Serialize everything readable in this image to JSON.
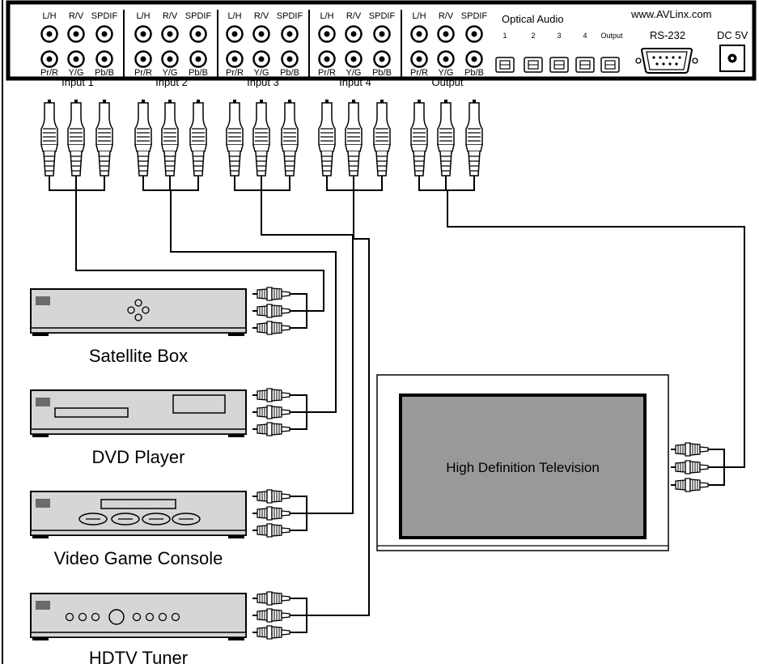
{
  "panel": {
    "website": "www.AVLinx.com",
    "jack_top_labels": [
      "L/H",
      "R/V",
      "SPDIF"
    ],
    "jack_bottom_labels": [
      "Pr/R",
      "Y/G",
      "Pb/B"
    ],
    "groups": [
      {
        "label": "Input 1"
      },
      {
        "label": "Input 2"
      },
      {
        "label": "Input 3"
      },
      {
        "label": "Input 4"
      },
      {
        "label": "Output"
      }
    ],
    "optical_title": "Optical Audio",
    "optical_ports": [
      "1",
      "2",
      "3",
      "4",
      "Output"
    ],
    "rs232_label": "RS-232",
    "dc_label": "DC 5V"
  },
  "devices": [
    {
      "label": "Satellite Box",
      "type": "satellite"
    },
    {
      "label": "DVD Player",
      "type": "dvd"
    },
    {
      "label": "Video Game Console",
      "type": "console"
    },
    {
      "label": "HDTV Tuner",
      "type": "tuner"
    }
  ],
  "tv": {
    "label": "High Definition Television"
  },
  "colors": {
    "line": "#000000",
    "device_fill": "#d6d6d6",
    "tv_screen": "#999999",
    "led": "#6b6b6b"
  }
}
